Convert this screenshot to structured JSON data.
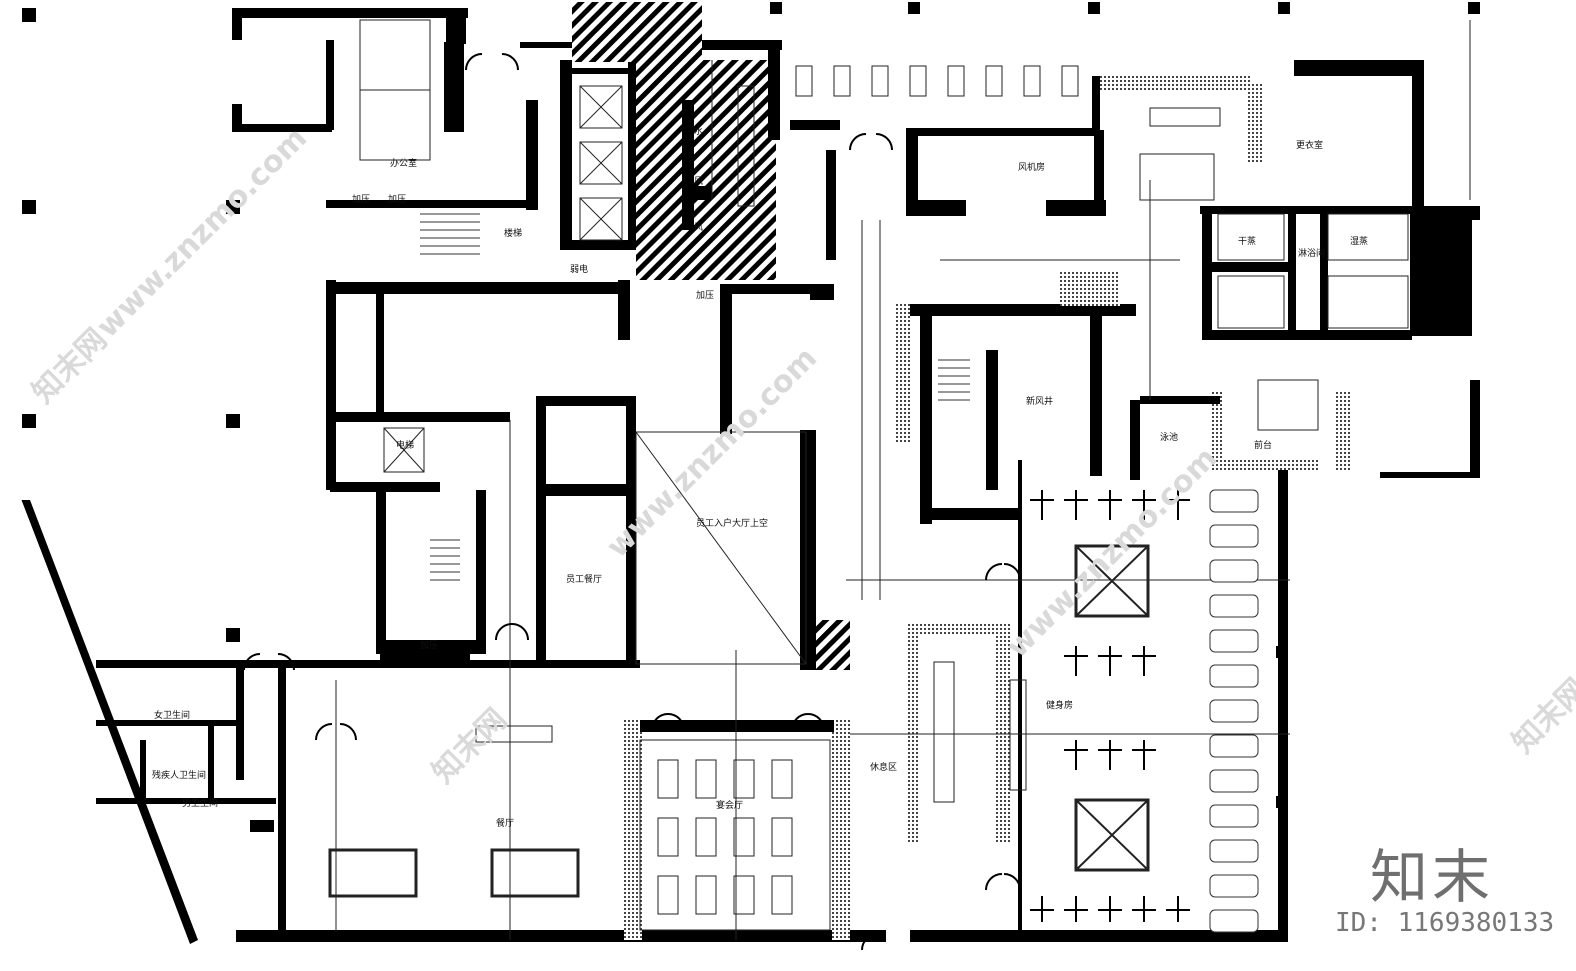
{
  "plan": {
    "labels": [
      {
        "id": "office",
        "text": "办公室"
      },
      {
        "id": "stair_a",
        "text": "楼梯"
      },
      {
        "id": "press_a",
        "text": "加压"
      },
      {
        "id": "press_b",
        "text": "加压"
      },
      {
        "id": "weak",
        "text": "弱电"
      },
      {
        "id": "water",
        "text": "水"
      },
      {
        "id": "wind1",
        "text": "风"
      },
      {
        "id": "wind2",
        "text": "风"
      },
      {
        "id": "elevator",
        "text": "电梯"
      },
      {
        "id": "staff_dine",
        "text": "员工餐厅"
      },
      {
        "id": "press_c",
        "text": "加压"
      },
      {
        "id": "press_d",
        "text": "加压"
      },
      {
        "id": "staff_entry",
        "text": "员工入户大厅上空"
      },
      {
        "id": "lobby",
        "text": "餐厅"
      },
      {
        "id": "fresh_air",
        "text": "新风井"
      },
      {
        "id": "restaurant",
        "text": "宴会厅"
      },
      {
        "id": "fitness",
        "text": "健身房"
      },
      {
        "id": "locker",
        "text": "更衣室"
      },
      {
        "id": "wc_f",
        "text": "女卫生间"
      },
      {
        "id": "wc_m",
        "text": "男卫生间"
      },
      {
        "id": "wc_d",
        "text": "残疾人卫生间"
      },
      {
        "id": "dry",
        "text": "干蒸"
      },
      {
        "id": "wet",
        "text": "湿蒸"
      },
      {
        "id": "shower",
        "text": "淋浴间"
      },
      {
        "id": "reception",
        "text": "前台"
      },
      {
        "id": "pool",
        "text": "泳池"
      },
      {
        "id": "fan_room",
        "text": "风机房"
      },
      {
        "id": "rest",
        "text": "休息区"
      }
    ]
  },
  "watermark": {
    "site": "www.znzmo.com",
    "name": "知末网"
  },
  "brand": {
    "logo": "知末",
    "id_text": "ID: 1169380133"
  },
  "colors": {
    "wall": "#000000",
    "line": "#222222",
    "hatch": "#000000",
    "watermark": "#d9d9d9"
  }
}
